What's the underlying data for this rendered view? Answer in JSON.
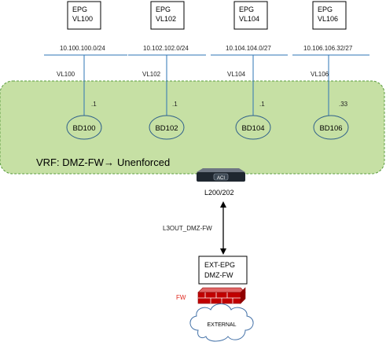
{
  "epgs": [
    {
      "line1": "EPG",
      "line2": "VL100",
      "subnet": "10.100.100.0/24",
      "vlan": "VL100",
      "gw": ".1",
      "bd": "BD100"
    },
    {
      "line1": "EPG",
      "line2": "VL102",
      "subnet": "10.102.102.0/24",
      "vlan": "VL102",
      "gw": ".1",
      "bd": "BD102"
    },
    {
      "line1": "EPG",
      "line2": "VL104",
      "subnet": "10.104.104.0/27",
      "vlan": "VL104",
      "gw": ".1",
      "bd": "BD104"
    },
    {
      "line1": "EPG",
      "line2": "VL106",
      "subnet": "10.106.106.32/27",
      "vlan": "VL106",
      "gw": ".33",
      "bd": "BD106"
    }
  ],
  "vrf": {
    "prefix": "VRF: DMZ-FW",
    "arrow": "→",
    "suffix": "Unenforced"
  },
  "leaf": {
    "icon_text": "ACI",
    "label": "L200/202"
  },
  "l3out": {
    "label": "L3OUT_DMZ-FW"
  },
  "ext_epg": {
    "line1": "EXT-EPG",
    "line2": "DMZ-FW"
  },
  "firewall": {
    "label": "FW"
  },
  "cloud": {
    "label": "EXTERNAL"
  },
  "colors": {
    "vrf_fill": "#c6e0a4",
    "vrf_border": "#5a9c3e",
    "link": "#2e74b5",
    "bd_stroke": "#2e5f8a",
    "fw_red": "#c00000"
  }
}
